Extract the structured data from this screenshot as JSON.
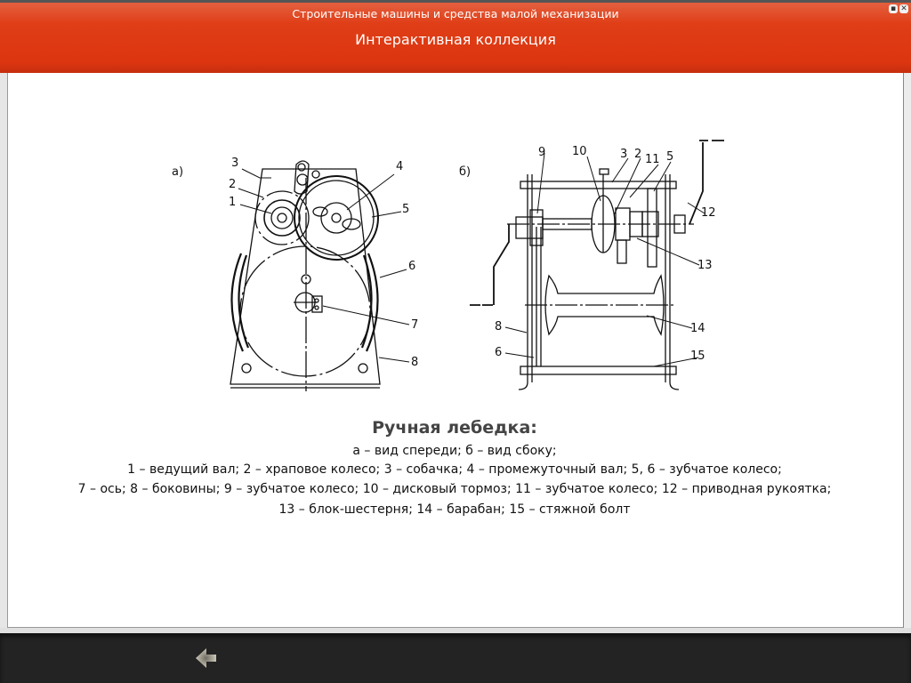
{
  "header": {
    "subtitle": "Строительные машины и средства малой механизации",
    "title": "Интерактивная коллекция"
  },
  "window_controls": {
    "minimize_icon": "minimize-icon",
    "close_icon": "close-icon"
  },
  "figure": {
    "front_label": "а)",
    "side_label": "б)",
    "front_callouts": [
      "1",
      "2",
      "3",
      "4",
      "5",
      "6",
      "7",
      "8"
    ],
    "side_callouts": [
      "9",
      "10",
      "3",
      "2",
      "11",
      "5",
      "12",
      "13",
      "14",
      "8",
      "6",
      "15"
    ]
  },
  "caption": {
    "title": "Ручная лебедка:",
    "lines": [
      "а – вид спереди; б – вид сбоку;",
      "1 – ведущий вал; 2 – храповое колесо; 3 – собачка; 4 – промежуточный вал; 5, 6 – зубчатое колесо;",
      "7 – ось; 8 – боковины; 9 – зубчатое колесо; 10 – дисковый тормоз; 11 – зубчатое колесо; 12 – приводная рукоятка;",
      "13 – блок-шестерня; 14 – барабан; 15 – стяжной болт"
    ]
  },
  "footer": {
    "back_icon": "arrow-left-icon"
  }
}
